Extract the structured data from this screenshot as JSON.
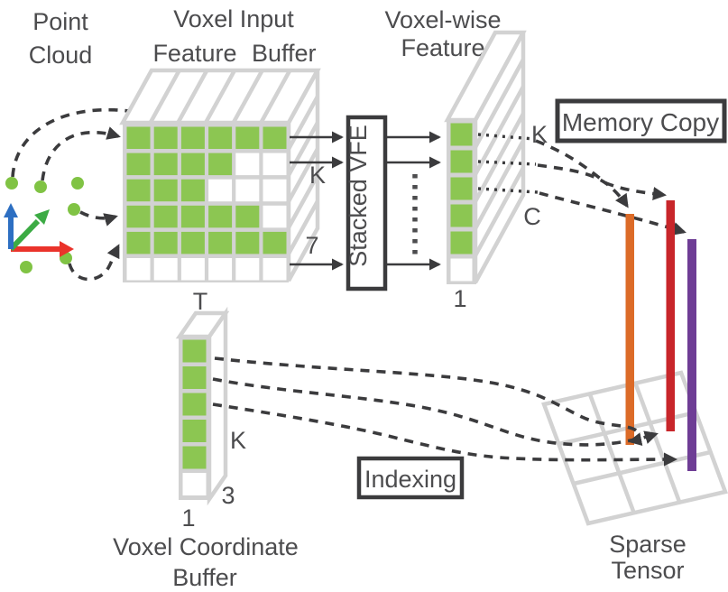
{
  "figure": {
    "point_cloud": {
      "line1": "Point",
      "line2": "Cloud"
    },
    "input_buffer": {
      "line1": "Voxel Input",
      "line2": "Feature Buffer",
      "rows": [
        "111111",
        "111100",
        "111000",
        "111110",
        "111111",
        "000000"
      ],
      "dim_k": "K",
      "dim_7": "7",
      "dim_t": "T"
    },
    "stacked_vfe": {
      "label": "Stacked VFE"
    },
    "voxelwise": {
      "line1": "Voxel-wise",
      "line2": "Feature",
      "rows": [
        "1",
        "1",
        "1",
        "1",
        "1",
        "0"
      ],
      "dim_k": "K",
      "dim_c": "C",
      "dim_1": "1"
    },
    "memory_copy": {
      "label": "Memory Copy"
    },
    "indexing": {
      "label": "Indexing"
    },
    "coord_buffer": {
      "rows": [
        "1",
        "1",
        "1",
        "1",
        "1",
        "0"
      ],
      "dim_k": "K",
      "dim_3": "3",
      "dim_1": "1",
      "line1": "Voxel Coordinate",
      "line2": "Buffer"
    },
    "sparse_tensor": {
      "line1": "Sparse",
      "line2": "Tensor",
      "bars": [
        {
          "name": "orange-bar",
          "color": "#dc6b28"
        },
        {
          "name": "red-bar",
          "color": "#c8262a"
        },
        {
          "name": "purple-bar",
          "color": "#6e3d95"
        }
      ]
    }
  },
  "colors": {
    "cell_filled": "#8cc652",
    "cell_empty": "#ffffff",
    "frame_gray": "#d2d2d2",
    "dash_dark": "#3b3b3d",
    "text_gray": "#4c4c4e",
    "axis_x_red": "#ea332b",
    "axis_y_green": "#3cab44",
    "axis_z_blue": "#2d6fc2",
    "point_green": "#80c344"
  }
}
